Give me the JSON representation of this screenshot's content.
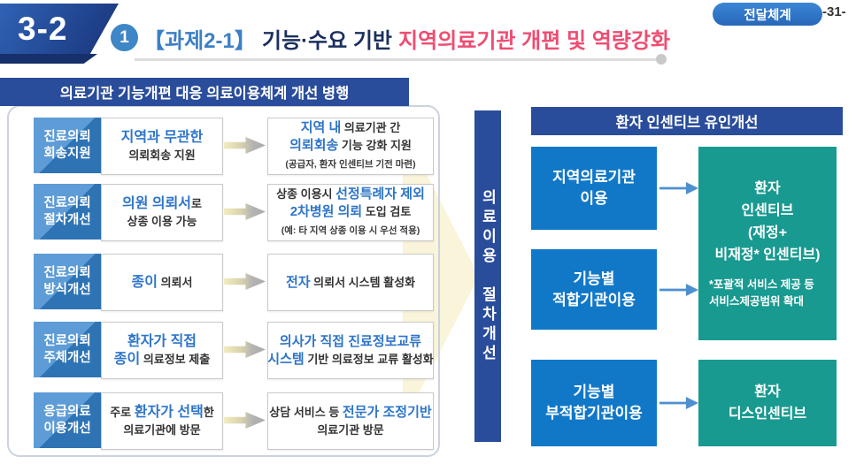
{
  "badge": {
    "label": "3-2"
  },
  "page_number": "-31-",
  "category_pill": {
    "label": "전달체계"
  },
  "title": {
    "number": "1",
    "bracket": "【과제2-1】",
    "base": "기능·수요 기반",
    "highlight": "지역의료기관 개편 및 역량강화"
  },
  "left_panel": {
    "header": "의료기관 기능개편 대응 의료이용체계 개선 병행",
    "rows": [
      {
        "label1": "진료의뢰",
        "label2": "회송지원",
        "c1a": "지역과 무관한",
        "c2a": "의뢰회송 지원",
        "r1a": "지역 내",
        "r1b": " 의료기관 간",
        "r2a": "의뢰회송",
        "r2b": " 기능 강화 지원",
        "r3": "(공급자, 환자 인센티브 기전 마련)"
      },
      {
        "label1": "진료의뢰",
        "label2": "절차개선",
        "c1a": "의원 의뢰서",
        "c1b": "로",
        "c2a": "상종 이용 가능",
        "r1a": "상종 이용시 ",
        "r1b": "선정특례자 제외",
        "r2a": "2차병원 의뢰",
        "r2b": " 도입 검토",
        "r3": "(예: 타 지역 상종 이용 시 우선 적용)"
      },
      {
        "label1": "진료의뢰",
        "label2": "방식개선",
        "c1a": "종이",
        "c1b": " 의뢰서",
        "r1a": "전자",
        "r1b": " 의뢰서 시스템 활성화"
      },
      {
        "label1": "진료의뢰",
        "label2": "주체개선",
        "c1a": "환자가 직접",
        "c2a": "종이",
        "c2b": " 의료정보 제출",
        "r1a": "의사가 직접 진료정보교류",
        "r2a": "시스템",
        "r2b": " 기반 의료정보 교류 활성화"
      },
      {
        "label1": "응급의료",
        "label2": "이용개선",
        "c1a": "주로 ",
        "c1b": "환자가 선택",
        "c1c": "한",
        "c2a": "의료기관에 방문",
        "r1a": "상담 서비스 등 ",
        "r1b": "전문가 조정기반",
        "r2a": "의료기관 방문"
      }
    ]
  },
  "flow_bar": {
    "line1": "의료이용",
    "line2": "절차개선"
  },
  "right_panel": {
    "header": "환자 인센티브 유인개선",
    "cause_boxes": [
      {
        "line1": "지역의료기관",
        "line2": "이용"
      },
      {
        "line1": "기능별",
        "line2": "적합기관이용"
      },
      {
        "line1": "기능별",
        "line2": "부적합기관이용"
      }
    ],
    "incentive_box": {
      "l1": "환자",
      "l2": "인센티브",
      "l3": "(재정+",
      "l4": "비재정* 인센티브)",
      "note1": "*포괄적 서비스 제공 등",
      "note2": "서비스제공범위 확대"
    },
    "disincentive_box": {
      "l1": "환자",
      "l2": "디스인센티브"
    }
  },
  "colors": {
    "navy": "#2a4d9b",
    "blue_text": "#2e75c8",
    "bright_blue": "#1178c8",
    "teal": "#199a90",
    "pink": "#ee4d72",
    "label_light": "#5d9cd6",
    "label_dark": "#2e74b5",
    "pale_yellow": "#f9f4da"
  }
}
